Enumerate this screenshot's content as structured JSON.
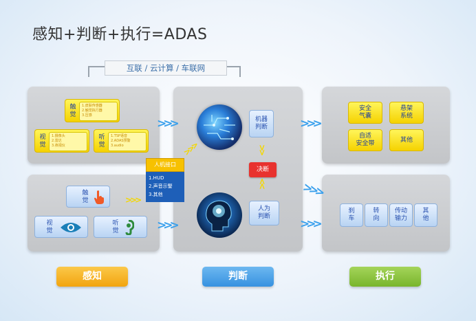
{
  "title": "感知+判断+执行=ADAS",
  "network_banner": "互联 / 云计算 / 车联网",
  "perception": {
    "touch": {
      "label": "触\n觉",
      "items": [
        "1.皮肤传感器",
        "2.触觉执行器",
        "3.压感"
      ]
    },
    "vision_top": {
      "label": "视\n觉",
      "items": [
        "1.摄像头",
        "2.雷达",
        "3.夜视仪"
      ]
    },
    "hearing_top": {
      "label": "听\n觉",
      "items": [
        "1.TSP语音",
        "2.ADAS预警",
        "3.audio"
      ]
    },
    "touch_bottom": {
      "label": "触\n觉"
    },
    "vision_bottom": {
      "label": "视\n觉"
    },
    "hearing_bottom": {
      "label": "听\n觉"
    }
  },
  "hmi": {
    "title": "人机接口",
    "items": [
      "1.HUD",
      "2.声音示警",
      "3.其他"
    ]
  },
  "judgment": {
    "machine": "机器\n判断",
    "decision": "决断",
    "human": "人为\n判断"
  },
  "execution_top": [
    {
      "label": "安全\n气囊"
    },
    {
      "label": "悬架\n系统"
    },
    {
      "label": "自适\n安全带"
    },
    {
      "label": "其他"
    }
  ],
  "execution_bottom": [
    {
      "label": "刹\n车"
    },
    {
      "label": "转\n向"
    },
    {
      "label": "传动\n输力"
    },
    {
      "label": "其\n他"
    }
  ],
  "bottom_labels": {
    "perception": "感知",
    "judgment": "判断",
    "execution": "执行"
  },
  "colors": {
    "perception_btn": "#f7b52a",
    "judgment_btn": "#4fa6ea",
    "execution_btn": "#8dc63f",
    "decision": "#e8322e"
  }
}
